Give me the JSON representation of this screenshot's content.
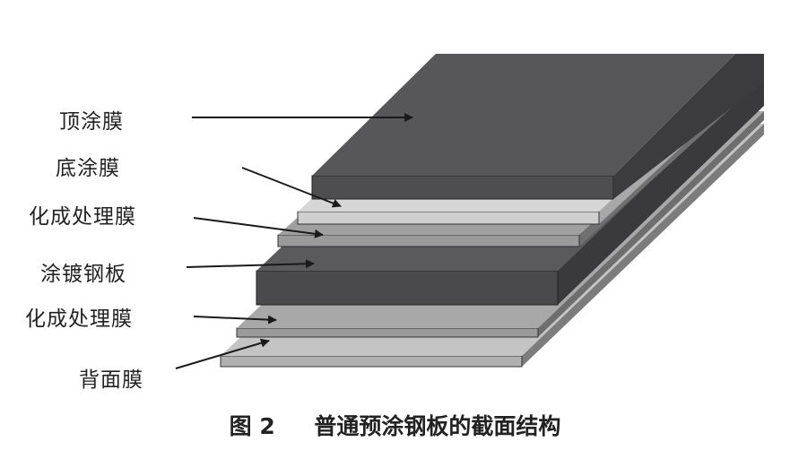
{
  "labels": {
    "top_coat": "顶涂膜",
    "primer": "底涂膜",
    "conversion_upper": "化成处理膜",
    "galvanized_steel": "涂镀钢板",
    "conversion_lower": "化成处理膜",
    "back_coat": "背面膜"
  },
  "caption": {
    "figure_number": "图 2",
    "title": "普通预涂钢板的截面结构"
  },
  "colors": {
    "top_coat": "#57575a",
    "primer": "#cfcfcf",
    "conversion": "#9a9a9a",
    "steel": "#4a4a4c",
    "back": "#b0b0b0",
    "arrow": "#1a1a1a"
  }
}
